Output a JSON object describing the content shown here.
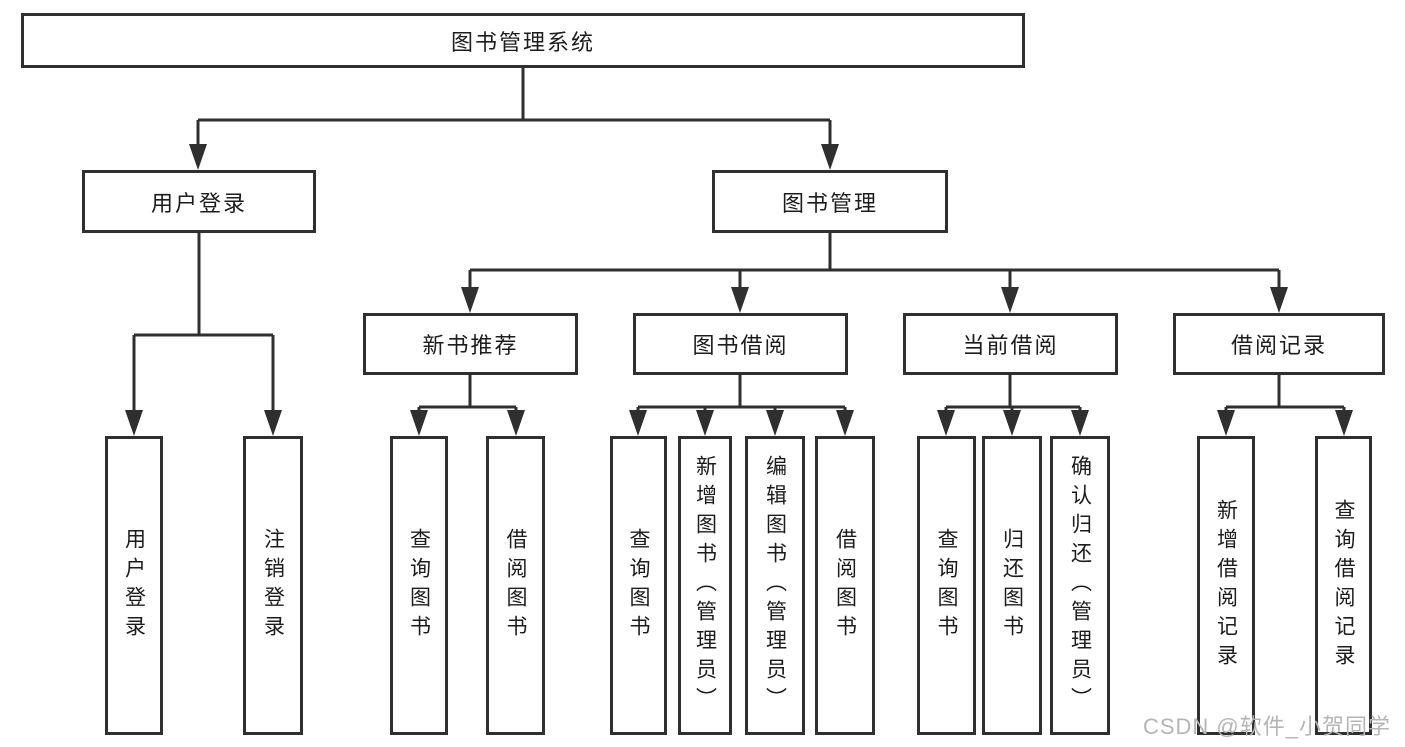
{
  "watermark": {
    "text": "CSDN @软件_小贺同学"
  },
  "colors": {
    "line": "#2f2f2f",
    "text": "#1c1c1c",
    "background": "#ffffff",
    "watermark": "#b5b5b5"
  },
  "hierarchy": {
    "label": "图书管理系统",
    "children": [
      {
        "label": "用户登录",
        "children": [
          {
            "label": "用户登录"
          },
          {
            "label": "注销登录"
          }
        ]
      },
      {
        "label": "图书管理",
        "children": [
          {
            "label": "新书推荐",
            "children": [
              {
                "label": "查询图书"
              },
              {
                "label": "借阅图书"
              }
            ]
          },
          {
            "label": "图书借阅",
            "children": [
              {
                "label": "查询图书"
              },
              {
                "label": "新增图书（管理员）"
              },
              {
                "label": "编辑图书（管理员）"
              },
              {
                "label": "借阅图书"
              }
            ]
          },
          {
            "label": "当前借阅",
            "children": [
              {
                "label": "查询图书"
              },
              {
                "label": "归还图书"
              },
              {
                "label": "确认归还（管理员）"
              }
            ]
          },
          {
            "label": "借阅记录",
            "children": [
              {
                "label": "新增借阅记录"
              },
              {
                "label": "查询借阅记录"
              }
            ]
          }
        ]
      }
    ]
  }
}
